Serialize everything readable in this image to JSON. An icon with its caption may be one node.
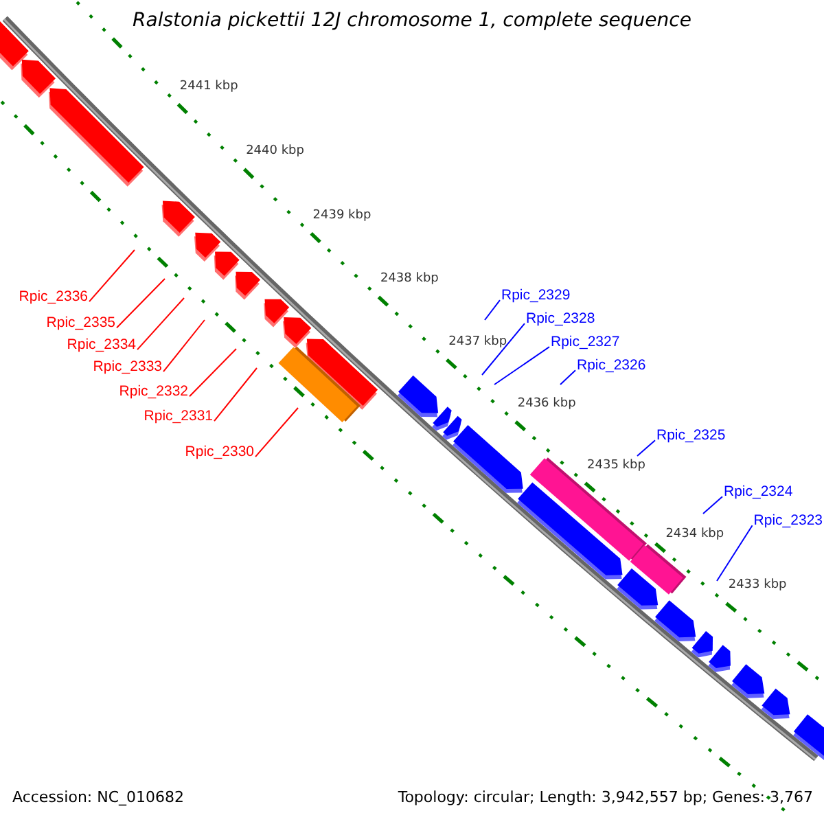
{
  "diagram": {
    "title": "Ralstonia pickettii 12J chromosome 1, complete sequence",
    "nodes": [
      {
        "text": [
          "Rpic_2336"
        ]
      },
      {
        "text": [
          "Rpic_2335"
        ]
      },
      {
        "text": [
          "Rpic_2334"
        ]
      },
      {
        "text": [
          "Rpic_2333"
        ]
      },
      {
        "text": [
          "Rpic_2332"
        ]
      },
      {
        "text": [
          "Rpic_2331"
        ]
      },
      {
        "text": [
          "Rpic_2330"
        ]
      },
      {
        "text": [
          "Rpic_2329"
        ]
      },
      {
        "text": [
          "Rpic_2328"
        ]
      },
      {
        "text": [
          "Rpic_2327"
        ]
      },
      {
        "text": [
          "Rpic_2326"
        ]
      },
      {
        "text": [
          "Rpic_2325"
        ]
      },
      {
        "text": [
          "Rpic_2324"
        ]
      },
      {
        "text": [
          "Rpic_2323"
        ]
      }
    ],
    "edges": [
      {
        "from": 0,
        "to": null,
        "arrow": "none",
        "color": "#ff0000"
      },
      {
        "from": 1,
        "to": null,
        "arrow": "none",
        "color": "#ff0000"
      },
      {
        "from": 2,
        "to": null,
        "arrow": "none",
        "color": "#ff0000"
      },
      {
        "from": 3,
        "to": null,
        "arrow": "none",
        "color": "#ff0000"
      },
      {
        "from": 4,
        "to": null,
        "arrow": "none",
        "color": "#ff0000"
      },
      {
        "from": 5,
        "to": null,
        "arrow": "none",
        "color": "#ff0000"
      },
      {
        "from": 6,
        "to": null,
        "arrow": "none",
        "color": "#ff0000"
      },
      {
        "from": 7,
        "to": null,
        "arrow": "none",
        "color": "#0000ff"
      },
      {
        "from": 8,
        "to": null,
        "arrow": "none",
        "color": "#0000ff"
      },
      {
        "from": 9,
        "to": null,
        "arrow": "none",
        "color": "#0000ff"
      },
      {
        "from": 10,
        "to": null,
        "arrow": "none",
        "color": "#0000ff"
      },
      {
        "from": 11,
        "to": null,
        "arrow": "none",
        "color": "#0000ff"
      },
      {
        "from": 12,
        "to": null,
        "arrow": "none",
        "color": "#0000ff"
      },
      {
        "from": 13,
        "to": null,
        "arrow": "none",
        "color": "#0000ff"
      }
    ],
    "labels": [
      "2441 kbp",
      "2440 kbp",
      "2439 kbp",
      "2438 kbp",
      "2437 kbp",
      "2436 kbp",
      "2435 kbp",
      "2434 kbp",
      "2433 kbp",
      "Accession: NC_010682",
      "Topology: circular; Length: 3,942,557 bp; Genes: 3,767"
    ]
  }
}
